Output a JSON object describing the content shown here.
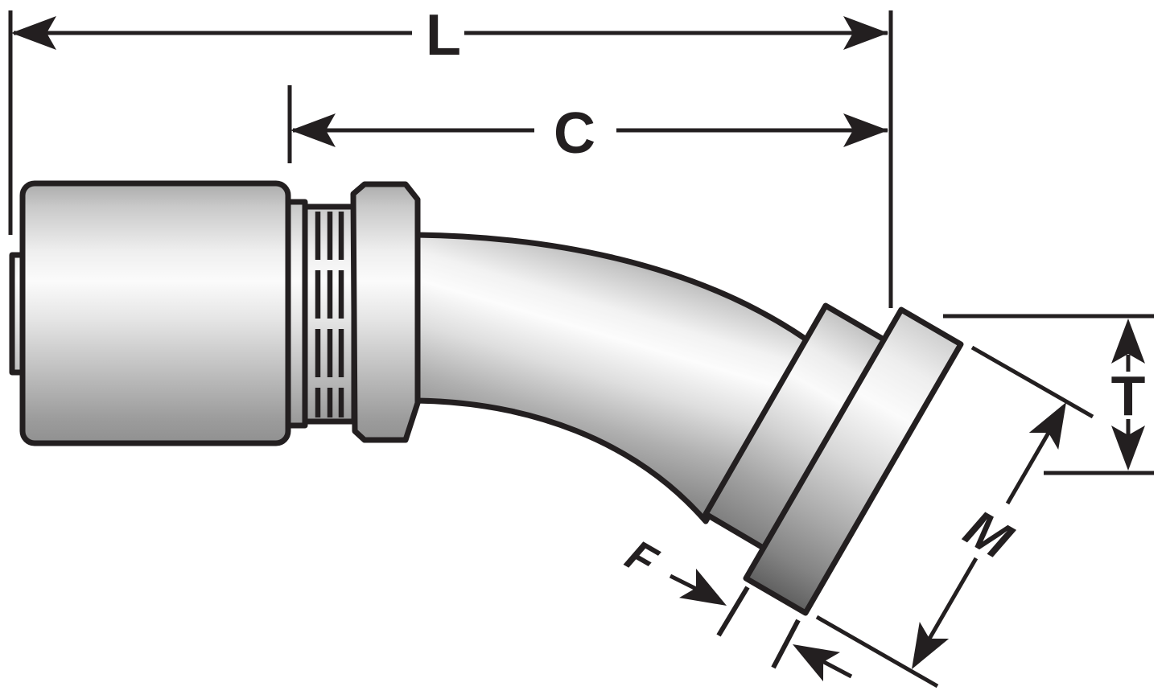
{
  "diagram": {
    "type": "technical-drawing",
    "subject": "hose-fitting-elbow-flange",
    "dimension_labels": {
      "L": "L",
      "C": "C",
      "T": "T",
      "M": "M",
      "F": "F"
    },
    "colors": {
      "background": "#ffffff",
      "line": "#231f20",
      "metal_highlight": "#fbfbfb",
      "metal_midtone": "#c4c4c4",
      "metal_shadow": "#8f8f8f",
      "flange_dark_shadow": "#5f5f5f"
    }
  }
}
